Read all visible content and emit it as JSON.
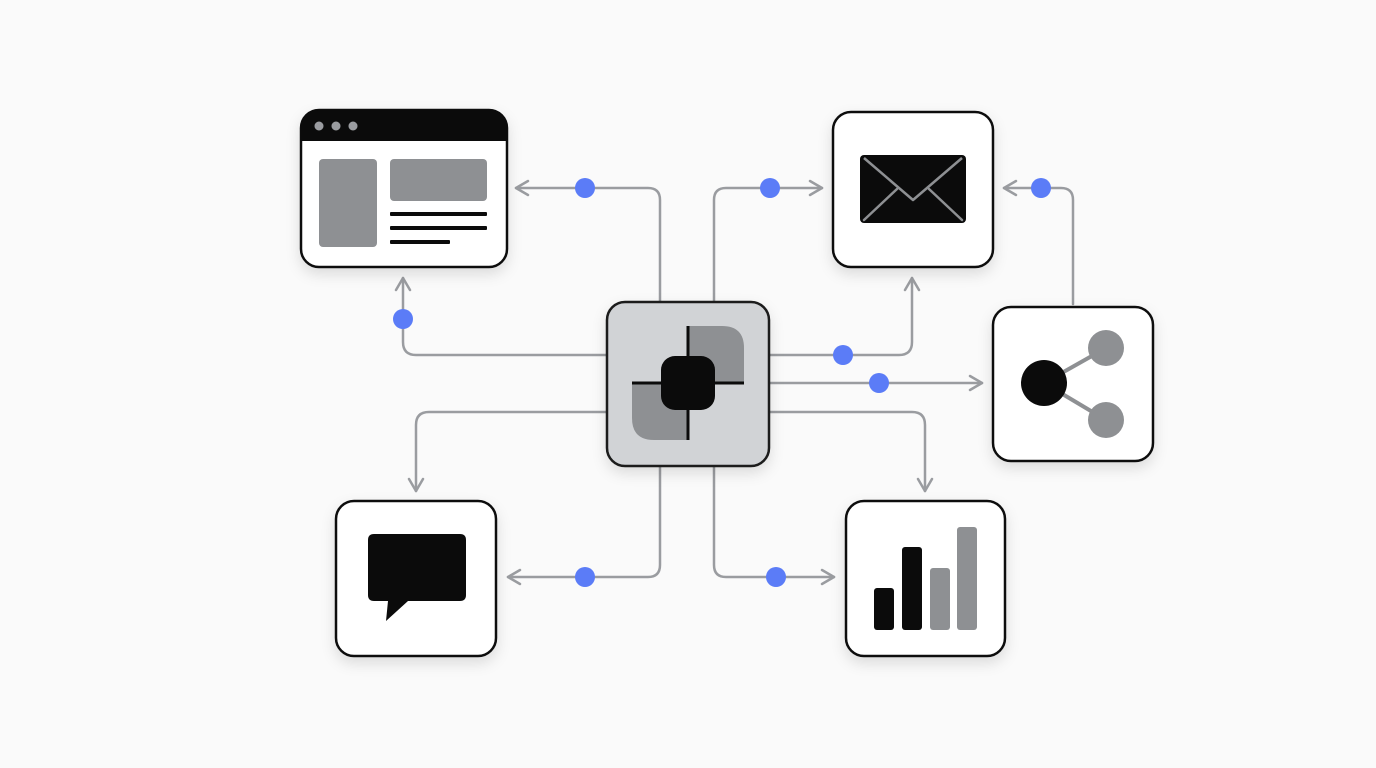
{
  "colors": {
    "background": "#fafafa",
    "node_fill": "#ffffff",
    "node_border": "#111111",
    "hub_fill": "#d1d3d6",
    "hub_border": "#1a1a1a",
    "icon_dark": "#0b0b0b",
    "icon_gray": "#8e9093",
    "connector": "#9a9ca0",
    "dot": "#5b7cf7"
  },
  "nodes": [
    {
      "id": "hub",
      "icon": "integration-hub-icon"
    },
    {
      "id": "browser",
      "icon": "browser-window-icon"
    },
    {
      "id": "mail",
      "icon": "envelope-icon"
    },
    {
      "id": "share",
      "icon": "share-network-icon"
    },
    {
      "id": "chat",
      "icon": "chat-bubble-icon"
    },
    {
      "id": "chart",
      "icon": "bar-chart-icon"
    }
  ],
  "connections": [
    {
      "from": "hub",
      "to": "browser"
    },
    {
      "from": "hub",
      "to": "browser"
    },
    {
      "from": "hub",
      "to": "mail"
    },
    {
      "from": "hub",
      "to": "mail"
    },
    {
      "from": "share",
      "to": "mail"
    },
    {
      "from": "hub",
      "to": "share"
    },
    {
      "from": "hub",
      "to": "chat"
    },
    {
      "from": "hub",
      "to": "chat"
    },
    {
      "from": "hub",
      "to": "chart"
    },
    {
      "from": "hub",
      "to": "chart"
    }
  ]
}
